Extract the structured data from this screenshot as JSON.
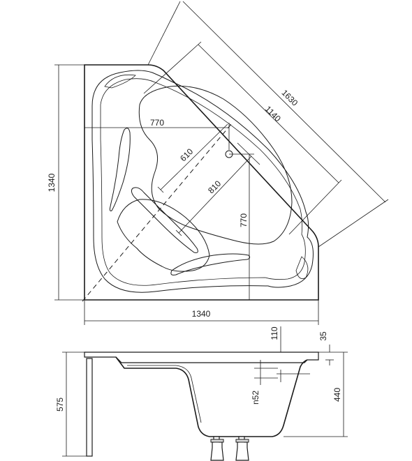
{
  "drawing": {
    "colors": {
      "line": "#1a1a1a",
      "background": "#ffffff"
    },
    "dimensions": {
      "diagonal_outer": "1630",
      "diagonal_inner": "1140",
      "width_770_top": "770",
      "depth_610": "610",
      "length_810": "810",
      "height_770_right": "770",
      "side_left": "1340",
      "side_bottom": "1340",
      "rim_110": "110",
      "rim_35": "35",
      "height_575": "575",
      "height_440": "440",
      "n52": "n52"
    }
  }
}
